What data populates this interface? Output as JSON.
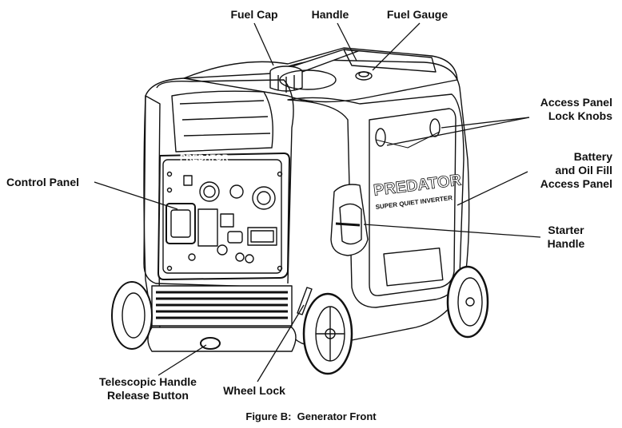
{
  "labels": {
    "fuel_cap": "Fuel Cap",
    "handle": "Handle",
    "fuel_gauge": "Fuel Gauge",
    "access_panel_lock_knobs": [
      "Access Panel",
      "Lock Knobs"
    ],
    "battery_oil_panel": [
      "Battery",
      "and Oil Fill",
      "Access Panel"
    ],
    "control_panel": "Control Panel",
    "starter_handle": [
      "Starter",
      "Handle"
    ],
    "telescopic_release": [
      "Telescopic Handle",
      "Release Button"
    ],
    "wheel_lock": "Wheel Lock"
  },
  "brand": {
    "front_logo": "PREDATOR",
    "side_logo": "PREDATOR",
    "side_subtitle": "SUPER QUIET INVERTER"
  },
  "caption": "Figure B:  Generator Front"
}
